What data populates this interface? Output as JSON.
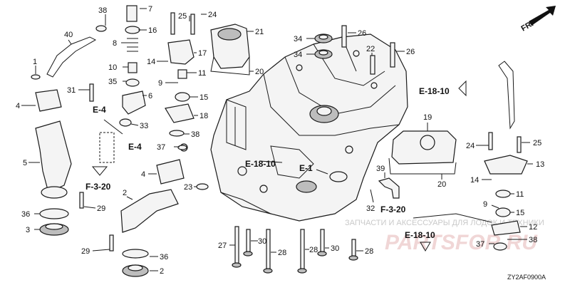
{
  "diagram_code": "ZY2AF0900A",
  "direction_label": "FR.",
  "references": {
    "e1810_a": "E-18-10",
    "e1810_b": "E-18-10",
    "e1810_c": "E-18-10",
    "e4_a": "E-4",
    "e4_b": "E-4",
    "e1": "E-1",
    "f320_a": "F-3-20",
    "f320_b": "F-3-20"
  },
  "watermark": {
    "line": "ЗАПЧАСТИ И АКСЕССУАРЫ ДЛЯ ЛОДОК И ТЕХНИКИ",
    "logo": "PARTSFOR.RU"
  },
  "callouts": [
    {
      "id": "c38a",
      "text": "38"
    },
    {
      "id": "c7",
      "text": "7"
    },
    {
      "id": "c16",
      "text": "16"
    },
    {
      "id": "c8",
      "text": "8"
    },
    {
      "id": "c10",
      "text": "10"
    },
    {
      "id": "c35",
      "text": "35"
    },
    {
      "id": "c6",
      "text": "6"
    },
    {
      "id": "c33",
      "text": "33"
    },
    {
      "id": "c40",
      "text": "40"
    },
    {
      "id": "c1",
      "text": "1"
    },
    {
      "id": "c31",
      "text": "31"
    },
    {
      "id": "c4a",
      "text": "4"
    },
    {
      "id": "c5",
      "text": "5"
    },
    {
      "id": "c36a",
      "text": "36"
    },
    {
      "id": "c3",
      "text": "3"
    },
    {
      "id": "c29a",
      "text": "29"
    },
    {
      "id": "c29b",
      "text": "29"
    },
    {
      "id": "c2a",
      "text": "2"
    },
    {
      "id": "c4b",
      "text": "4"
    },
    {
      "id": "c36b",
      "text": "36"
    },
    {
      "id": "c2b",
      "text": "2"
    },
    {
      "id": "c25a",
      "text": "25"
    },
    {
      "id": "c24a",
      "text": "24"
    },
    {
      "id": "c21",
      "text": "21"
    },
    {
      "id": "c17",
      "text": "17"
    },
    {
      "id": "c14a",
      "text": "14"
    },
    {
      "id": "c9a",
      "text": "9"
    },
    {
      "id": "c11a",
      "text": "11"
    },
    {
      "id": "c15a",
      "text": "15"
    },
    {
      "id": "c18",
      "text": "18"
    },
    {
      "id": "c20a",
      "text": "20"
    },
    {
      "id": "c38b",
      "text": "38"
    },
    {
      "id": "c37a",
      "text": "37"
    },
    {
      "id": "c23",
      "text": "23"
    },
    {
      "id": "c34a",
      "text": "34"
    },
    {
      "id": "c34b",
      "text": "34"
    },
    {
      "id": "c26a",
      "text": "26"
    },
    {
      "id": "c22",
      "text": "22"
    },
    {
      "id": "c26b",
      "text": "26"
    },
    {
      "id": "c19",
      "text": "19"
    },
    {
      "id": "c20b",
      "text": "20"
    },
    {
      "id": "c24b",
      "text": "24"
    },
    {
      "id": "c25b",
      "text": "25"
    },
    {
      "id": "c13",
      "text": "13"
    },
    {
      "id": "c14b",
      "text": "14"
    },
    {
      "id": "c11b",
      "text": "11"
    },
    {
      "id": "c9b",
      "text": "9"
    },
    {
      "id": "c15b",
      "text": "15"
    },
    {
      "id": "c12",
      "text": "12"
    },
    {
      "id": "c38c",
      "text": "38"
    },
    {
      "id": "c37b",
      "text": "37"
    },
    {
      "id": "c39",
      "text": "39"
    },
    {
      "id": "c32",
      "text": "32"
    },
    {
      "id": "c27",
      "text": "27"
    },
    {
      "id": "c30a",
      "text": "30"
    },
    {
      "id": "c28a",
      "text": "28"
    },
    {
      "id": "c28b",
      "text": "28"
    },
    {
      "id": "c30b",
      "text": "30"
    },
    {
      "id": "c28c",
      "text": "28"
    }
  ]
}
